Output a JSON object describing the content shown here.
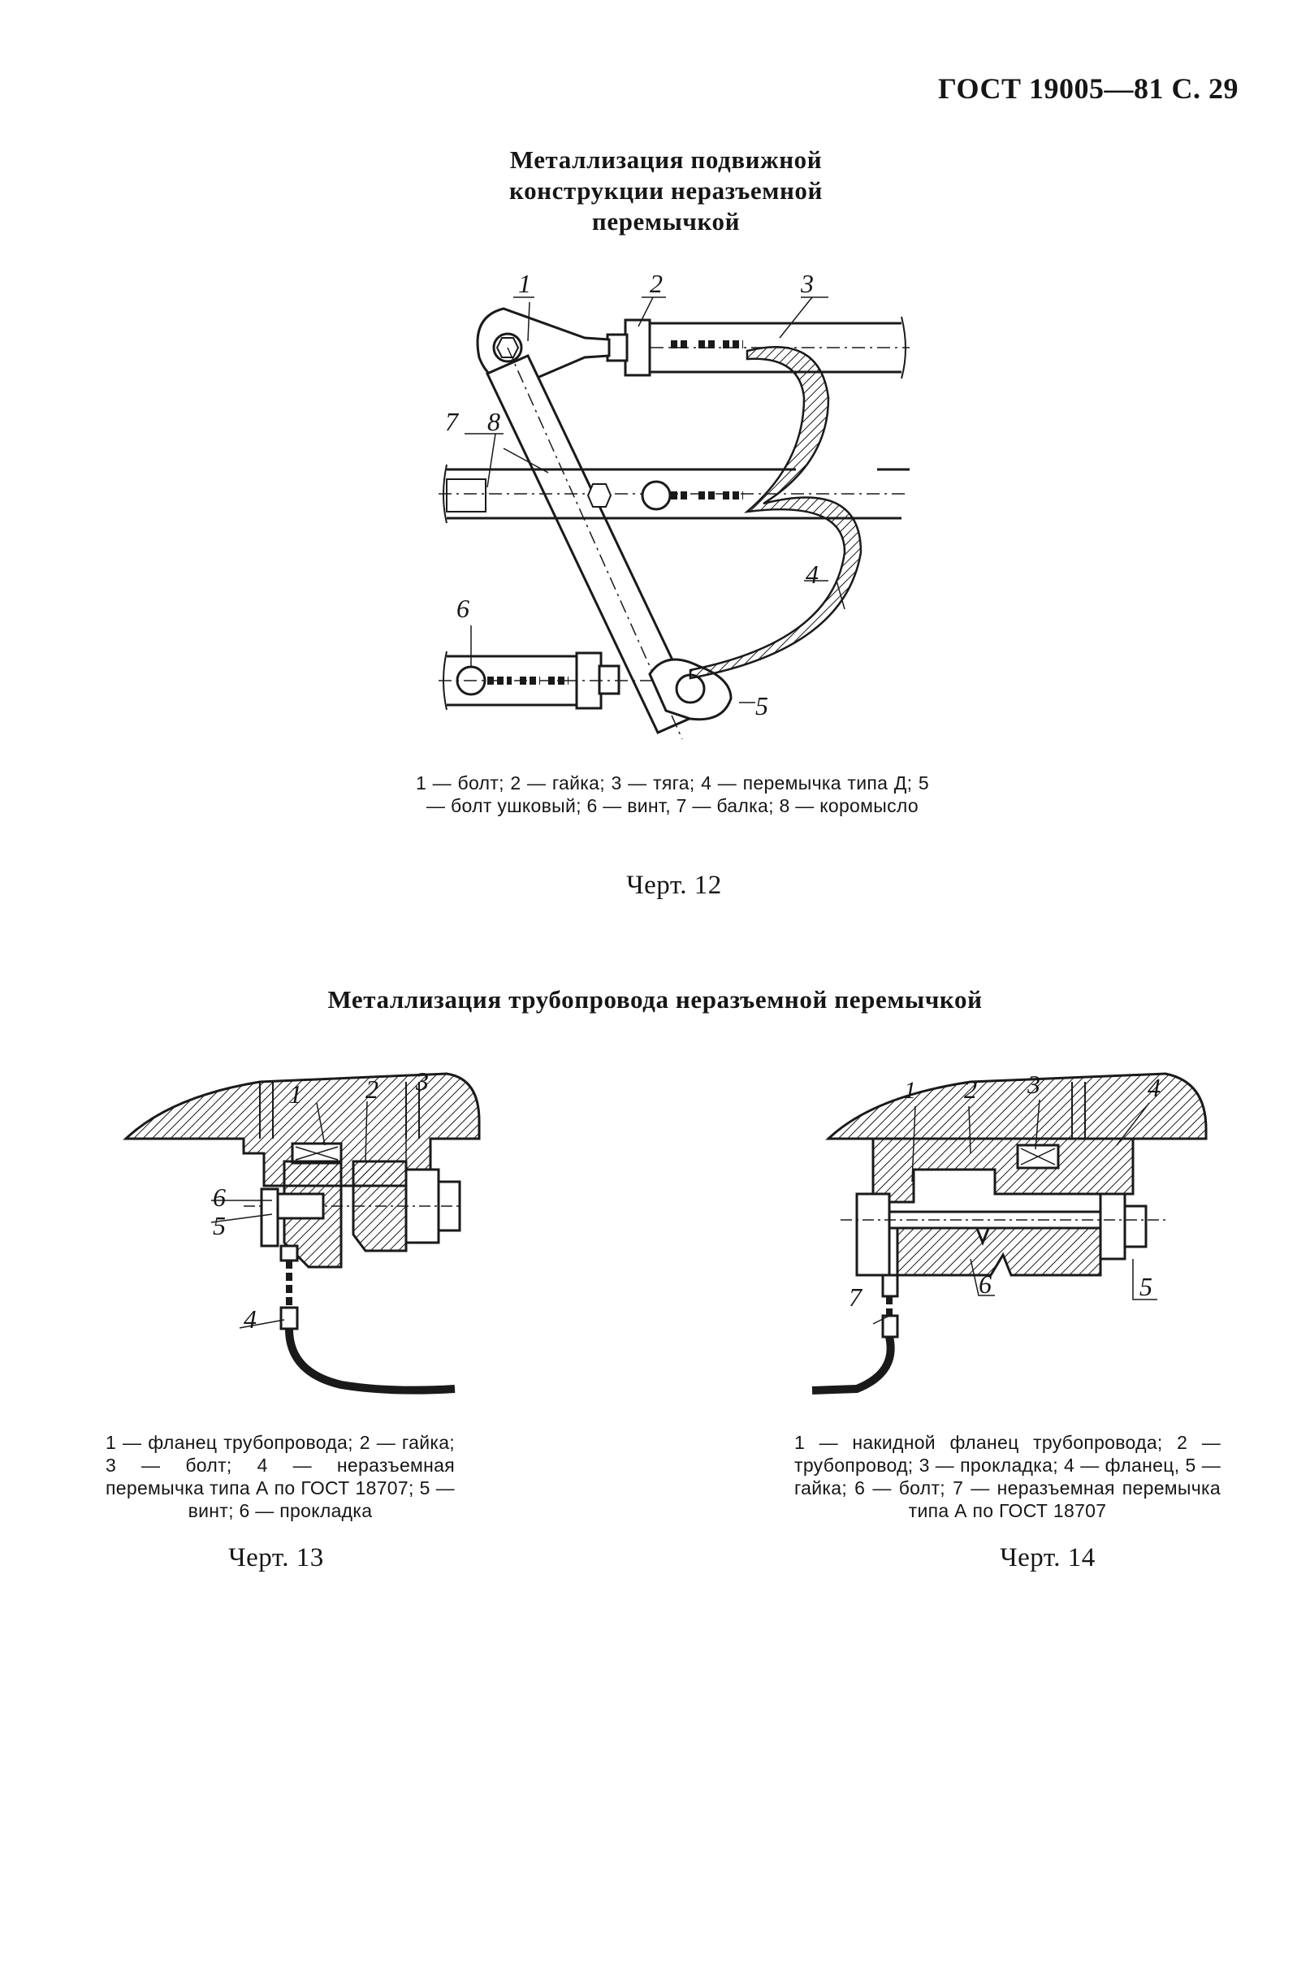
{
  "header": {
    "text": "ГОСТ 19005—81 С. 29"
  },
  "section1": {
    "title_lines": [
      "Металлизация  подвижной",
      "конструкции неразъемной",
      "перемычкой"
    ]
  },
  "figure12": {
    "labels": [
      "1",
      "2",
      "3",
      "4",
      "5",
      "6",
      "7",
      "8"
    ],
    "caption": "1 — болт; 2 — гайка; 3 — тяга; 4 — перемычка типа Д; 5 — болт ушковый; 6 — винт, 7 — балка; 8 — коромысло",
    "number": "Черт. 12"
  },
  "section2": {
    "title": "Металлизация трубопровода неразъемной перемычкой"
  },
  "figure13": {
    "labels": [
      "1",
      "2",
      "3",
      "4",
      "5",
      "6"
    ],
    "caption": "1 — фланец трубопровода; 2 — гайка; 3 — болт; 4 — неразъемная перемычка типа А по ГОСТ 18707; 5 — винт; 6 — прокладка",
    "number": "Черт. 13"
  },
  "figure14": {
    "labels": [
      "1",
      "2",
      "3",
      "4",
      "5",
      "6",
      "7"
    ],
    "caption": "1 — накидной фланец трубопровода; 2 — трубопровод; 3 — прокладка; 4 — фланец, 5 — гайка; 6 — болт; 7 — неразъемная перемычка типа А по ГОСТ 18707",
    "number": "Черт. 14"
  }
}
